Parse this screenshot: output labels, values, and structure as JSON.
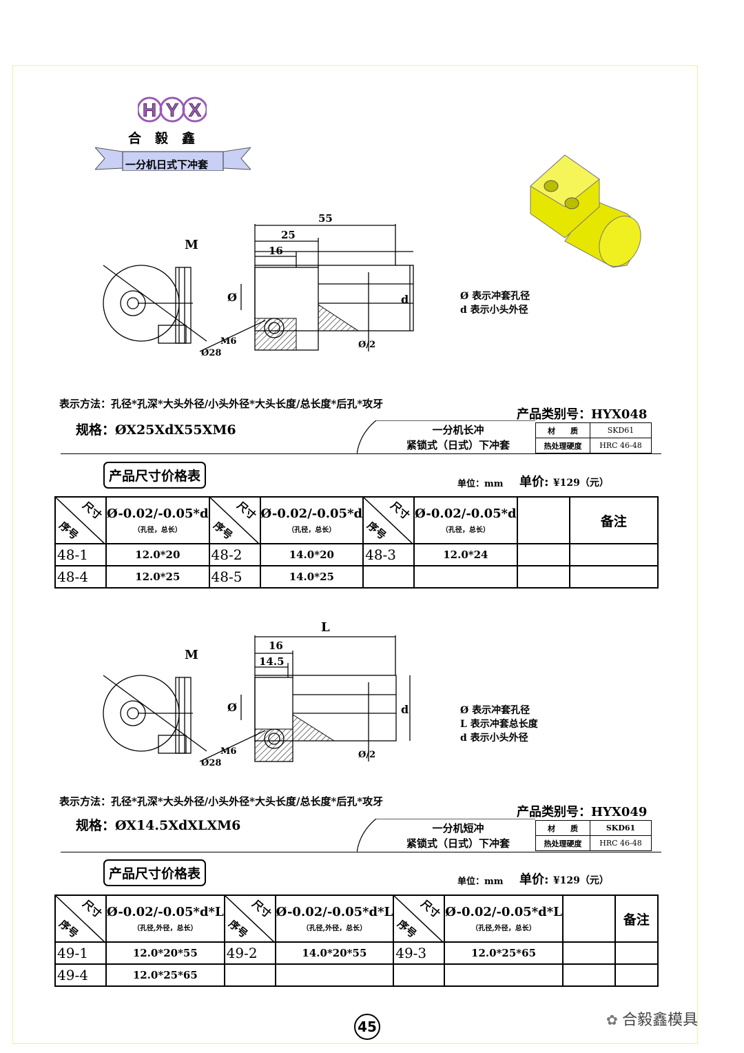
{
  "logo": {
    "letters": "HYX",
    "company": "合毅鑫",
    "banner": "一分机日式下冲套"
  },
  "colors": {
    "logo_ring": "#9b59b6",
    "banner": "#c9cff5",
    "part": "#e6e600",
    "frame": "#f2ef9a"
  },
  "section1": {
    "drawing": {
      "d_m": "M",
      "d_55": "55",
      "d_25": "25",
      "d_16": "16",
      "d_phi": "Ø",
      "d_d": "d",
      "d_m6": "M6",
      "d_28": "Ø28",
      "d_half": "Ø/2"
    },
    "notes": [
      "Ø 表示冲套孔径",
      "d 表示小头外径"
    ],
    "method": "表示方法：孔径*孔深*大头外径/小头外径*大头长度/总长度*后孔*攻牙",
    "spec": "规格：ØX25XdX55XM6",
    "product_code": "产品类别号：HYX048",
    "product_title1": "一分机长冲",
    "product_title2": "紧锁式（日式）下冲套",
    "material_label": "材　　质",
    "material": "SKD61",
    "hardness_label": "热处理硬度",
    "hardness": "HRC 46-48",
    "table_title": "产品尺寸价格表",
    "unit": "单位：mm",
    "price_label": "单价:",
    "price": "¥129（元）",
    "diag_top": "尺寸",
    "diag_bot": "序号",
    "col_head": "Ø-0.02/-0.05*d",
    "col_sub": "（孔径，总长）",
    "note_head": "备注",
    "rows": [
      {
        "a": "48-1",
        "av": "12.0*20",
        "b": "48-2",
        "bv": "14.0*20",
        "c": "48-3",
        "cv": "12.0*24"
      },
      {
        "a": "48-4",
        "av": "12.0*25",
        "b": "48-5",
        "bv": "14.0*25",
        "c": "",
        "cv": ""
      }
    ]
  },
  "section2": {
    "drawing": {
      "d_m": "M",
      "d_L": "L",
      "d_16": "16",
      "d_145": "14.5",
      "d_phi": "Ø",
      "d_d": "d",
      "d_m6": "M6",
      "d_28": "Ø28",
      "d_half": "Ø/2"
    },
    "notes": [
      "Ø 表示冲套孔径",
      "L 表示冲套总长度",
      "d 表示小头外径"
    ],
    "method": "表示方法：孔径*孔深*大头外径/小头外径*大头长度/总长度*后孔*攻牙",
    "spec": "规格：ØX14.5XdXLXM6",
    "product_code": "产品类别号：HYX049",
    "product_title1": "一分机短冲",
    "product_title2": "紧锁式（日式）下冲套",
    "material_label": "材　　质",
    "material": "SKD61",
    "hardness_label": "热处理硬度",
    "hardness": "HRC 46-48",
    "table_title": "产品尺寸价格表",
    "unit": "单位：mm",
    "price_label": "单价:",
    "price": "¥129（元）",
    "diag_top": "尺寸",
    "diag_bot": "序号",
    "col_head": "Ø-0.02/-0.05*d*L",
    "col_sub": "（孔径,外径，总长）",
    "note_head": "备注",
    "rows": [
      {
        "a": "49-1",
        "av": "12.0*20*55",
        "b": "49-2",
        "bv": "14.0*20*55",
        "c": "49-3",
        "cv": "12.0*25*65"
      },
      {
        "a": "49-4",
        "av": "12.0*25*65",
        "b": "",
        "bv": "",
        "c": "",
        "cv": ""
      }
    ]
  },
  "page_number": "45",
  "watermark": "合毅鑫模具"
}
